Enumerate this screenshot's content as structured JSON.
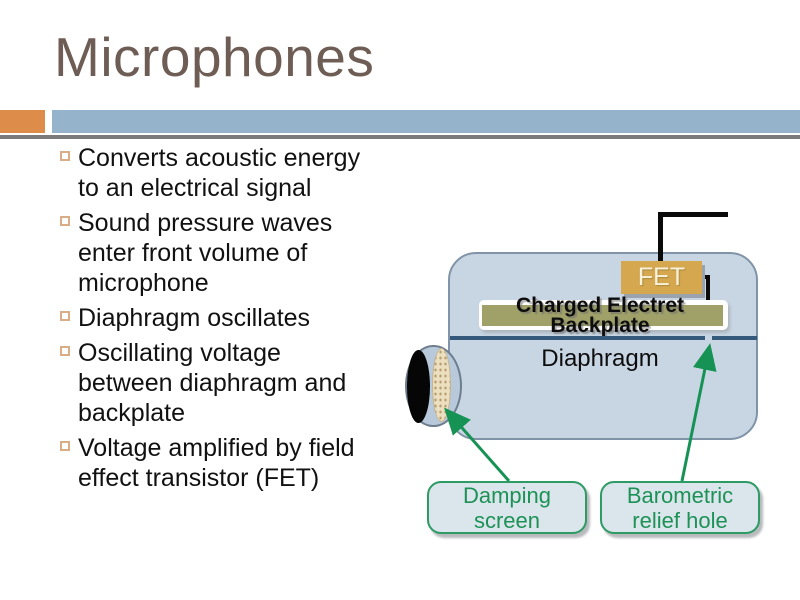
{
  "slide": {
    "title": "Microphones",
    "bullets": [
      "Converts acoustic energy\nto an electrical signal",
      "Sound pressure waves\nenter front volume of\nmicrophone",
      "Diaphragm oscillates",
      "Oscillating voltage\nbetween diaphragm and\nbackplate",
      "Voltage amplified by field\neffect transistor (FET)"
    ]
  },
  "diagram": {
    "fet_label": "FET",
    "backplate_label": "Charged Electret\nBackplate",
    "diaphragm_label": "Diaphragm",
    "callouts": [
      "Damping\nscreen",
      "Barometric\nrelief hole"
    ],
    "colors": {
      "title_text": "#6e5d55",
      "header_accent_orange": "#dd8c49",
      "header_bar_blue": "#95b3cb",
      "header_divider_gray": "#7a7a7a",
      "bullet_square_border": "#d9ae87",
      "body_text": "#111111",
      "mic_body_fill": "#c8d6e4",
      "mic_body_border": "#8194a7",
      "fet_fill": "#d5a74f",
      "backplate_fill": "#a0a169",
      "diaphragm_line": "#35597b",
      "wire_black": "#0a0a0a",
      "port_opening_black": "#060606",
      "damping_screen_fill": "#ecdfc0",
      "callout_fill": "#dbe5ec",
      "callout_border_green": "#2d9b63",
      "callout_text_green": "#1d9256",
      "arrow_green": "#169354"
    }
  }
}
